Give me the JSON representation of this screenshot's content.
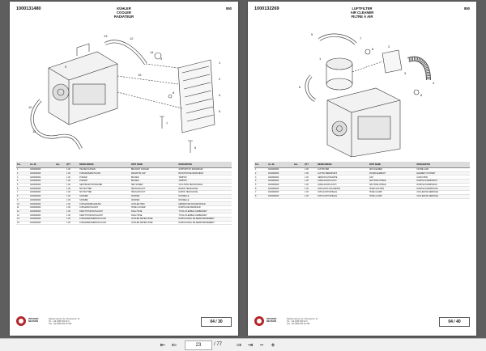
{
  "left_page": {
    "part_number": "1000131480",
    "title_lines": [
      "KÜHLER",
      "COOLER",
      "RADIATEUR"
    ],
    "code": "850",
    "table_headers": [
      "Pos",
      "Art.-Nr.",
      "Ans.",
      "QTY",
      "BEZEICHNUNG",
      "PART NAME",
      "DESIGNATION"
    ],
    "rows": [
      [
        "1",
        "1000000000",
        "",
        "1.00",
        "HALTER KÜHLER",
        "BRACKET COOLER",
        "SUPPORT DU RADIATEUR"
      ],
      [
        "2",
        "1000000000",
        "",
        "1.00",
        "KÜHLERVERSCHLUSS",
        "RADIATOR CAP",
        "BOUCHON DE RADIATEUR"
      ],
      [
        "3",
        "1000000000",
        "",
        "1.00",
        "PUFFER",
        "BUFFER",
        "TAMPON"
      ],
      [
        "4",
        "1000000000",
        "",
        "1.00",
        "PUFFER",
        "BUFFER",
        "TAMPON"
      ],
      [
        "5",
        "1000000000",
        "",
        "1.00",
        "SECHSKANTSCHRAUBE",
        "HEX SCREW",
        "VIS A TETE HEXAGONALE"
      ],
      [
        "6",
        "1000000000",
        "",
        "1.00",
        "6KT-MUTTER",
        "HEXAGON NUT",
        "ECROU HEXAGONAL"
      ],
      [
        "7",
        "1000000000",
        "",
        "1.00",
        "6KT-MUTTER",
        "HEXAGON NUT",
        "ECROU HEXAGONAL"
      ],
      [
        "8",
        "1000000000",
        "",
        "1.00",
        "SCHEIBE",
        "WASHER",
        "RONDELLE"
      ],
      [
        "9",
        "1000000000",
        "",
        "1.00",
        "SCHEIBE",
        "WASHER",
        "RONDELLE"
      ],
      [
        "10",
        "1000000000",
        "",
        "1.00",
        "KÜHLERVERKLEIDUNG",
        "COOLER TRIM",
        "FERMETURE DE RADIATEUR"
      ],
      [
        "11",
        "1000000000",
        "",
        "1.00",
        "KÜHLERSCHLAUCH",
        "HOSE COOLER",
        "DURITE DE RADIATEUR"
      ],
      [
        "12",
        "1000000000",
        "",
        "1.00",
        "KRAFTSTOFFSCHLAUCH",
        "FUEL HOSE",
        "TUYAU FLEXIBLE CARBURANT"
      ],
      [
        "13",
        "1000000000",
        "",
        "1.00",
        "KRAFTSTOFFSCHLAUCH",
        "FUEL HOSE",
        "TUYAU FLEXIBLE CARBURANT"
      ],
      [
        "14",
        "1000000000",
        "",
        "1.00",
        "KÜHLERWASSERSCHLAUCH",
        "COOLER WATER HOSE",
        "DURITE D'EAU DE REFROIDISSEMENT"
      ],
      [
        "15",
        "1000000000",
        "",
        "1.00",
        "KÜHLERWASSERSCHLAUCH",
        "COOLER WATER HOSE",
        "DURITE D'EAU DE REFROIDISSEMENT"
      ]
    ],
    "brand_lines": [
      "WACKER",
      "NEUSON"
    ],
    "address_lines": [
      "Wacker Neuson Se, Preussenstr. 41",
      "Tel.: +49 (0)89 354 02-0",
      "Fax: +49 (0)89 354 02-390"
    ],
    "page_indicator": "04 / 30"
  },
  "right_page": {
    "part_number": "1000132269",
    "title_lines": [
      "LUFTFILTER",
      "AIR CLEANER",
      "FILTRE À AIR"
    ],
    "code": "850",
    "table_headers": [
      "Pos",
      "Art.-Nr.",
      "Ans.",
      "QTY",
      "BEZEICHNUNG",
      "PART NAME",
      "DESIGNATION"
    ],
    "rows": [
      [
        "1",
        "1000000000",
        "",
        "1.00",
        "LUFTFILTER",
        "AIR CLEANER",
        "FILTRE A AIR"
      ],
      [
        "2",
        "1000000000",
        "",
        "1.00",
        "LUFTFILTEREINSATZ",
        "FILTER ELEMENT",
        "ELEMENT FILTRANT"
      ],
      [
        "3",
        "1000000000",
        "",
        "1.00",
        "VERSCHLUSSKAPPE",
        "CAP",
        "CAPUCHON"
      ],
      [
        "4",
        "1000000000",
        "",
        "1.00",
        "ANSAUGSCHLAUCH",
        "AIR HOSE INTAKE",
        "DURITE D'ADMISSION"
      ],
      [
        "5",
        "1000000000",
        "",
        "1.00",
        "ANSAUGSCHLAUCH",
        "AIR HOSE INTAKE",
        "DURITE D'ADMISSION"
      ],
      [
        "6",
        "1000000000",
        "",
        "1.00",
        "SCHLAUCH-SAUGROHR",
        "HOSE SUCTION",
        "DURITE D'ASPIRATION"
      ],
      [
        "7",
        "1000000000",
        "",
        "1.00",
        "SCHLAUCHSCHELLE",
        "HOSE CLAMP",
        "COLLIER DE SERRAGE"
      ],
      [
        "8",
        "1000000000",
        "",
        "1.00",
        "SCHLAUCHSCHELLE",
        "HOSE CLAMP",
        "COLLIER DE SERRAGE"
      ]
    ],
    "brand_lines": [
      "WACKER",
      "NEUSON"
    ],
    "address_lines": [
      "Wacker Neuson Se, Preussenstr. 41",
      "Tel.: +49 (0)89 354 02-0",
      "Fax: +49 (0)89 354 02-390"
    ],
    "page_indicator": "04 / 40"
  },
  "toolbar": {
    "page_current": "23",
    "page_total": "/ 77",
    "icons": [
      "first-page-icon",
      "prev-page-icon",
      "next-page-icon",
      "last-page-icon",
      "zoom-out-icon",
      "zoom-in-icon"
    ]
  }
}
